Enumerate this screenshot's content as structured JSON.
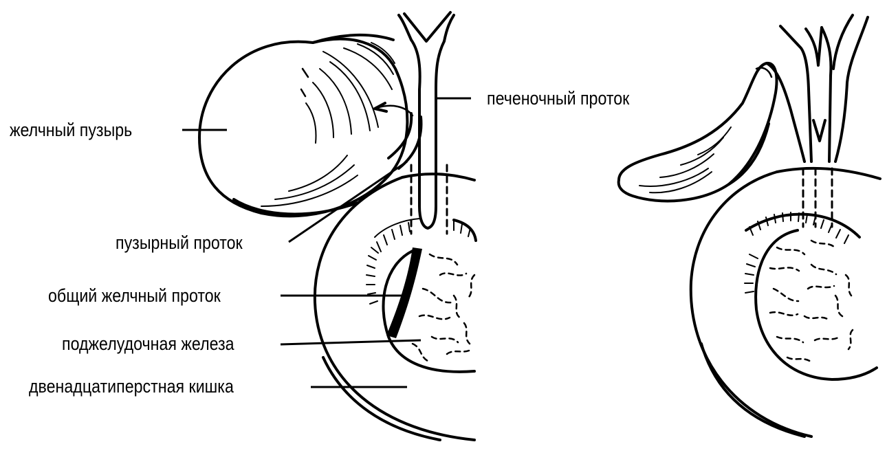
{
  "diagram": {
    "labels": {
      "gallbladder": "желчный пузырь",
      "hepatic_duct": "печеночный проток",
      "cystic_duct": "пузырный проток",
      "common_bile_duct": "общий желчный проток",
      "pancreas": "поджелудочная железа",
      "duodenum": "двенадцатиперстная кишка"
    },
    "colors": {
      "ink": "#000000",
      "background": "#ffffff"
    }
  }
}
